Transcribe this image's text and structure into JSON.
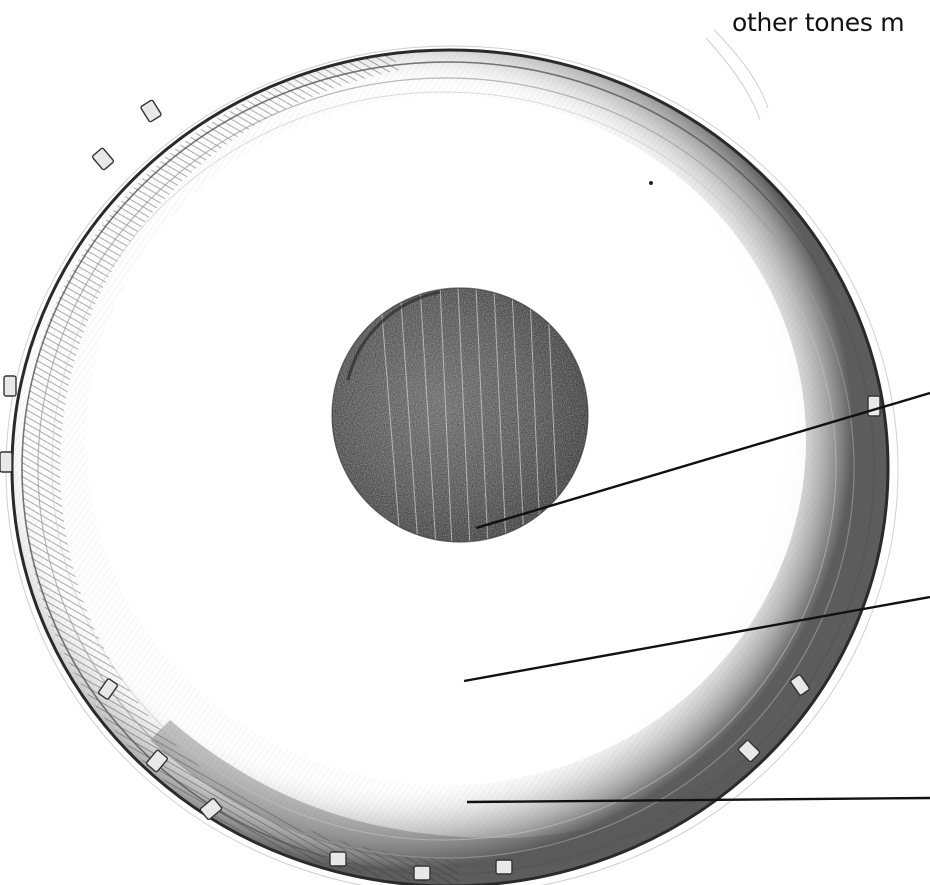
{
  "caption": {
    "text": "other tones m"
  },
  "figure": {
    "subject": "drum-head-sketch",
    "callouts": [
      {
        "id": "center-spot"
      },
      {
        "id": "inner-head"
      },
      {
        "id": "outer-rim-band"
      }
    ]
  },
  "colors": {
    "ink": "#111111",
    "paper": "#ffffff",
    "pencil_dark": "#3a3a3a",
    "pencil_mid": "#7a7a7a",
    "pencil_light": "#b8b8b8"
  }
}
